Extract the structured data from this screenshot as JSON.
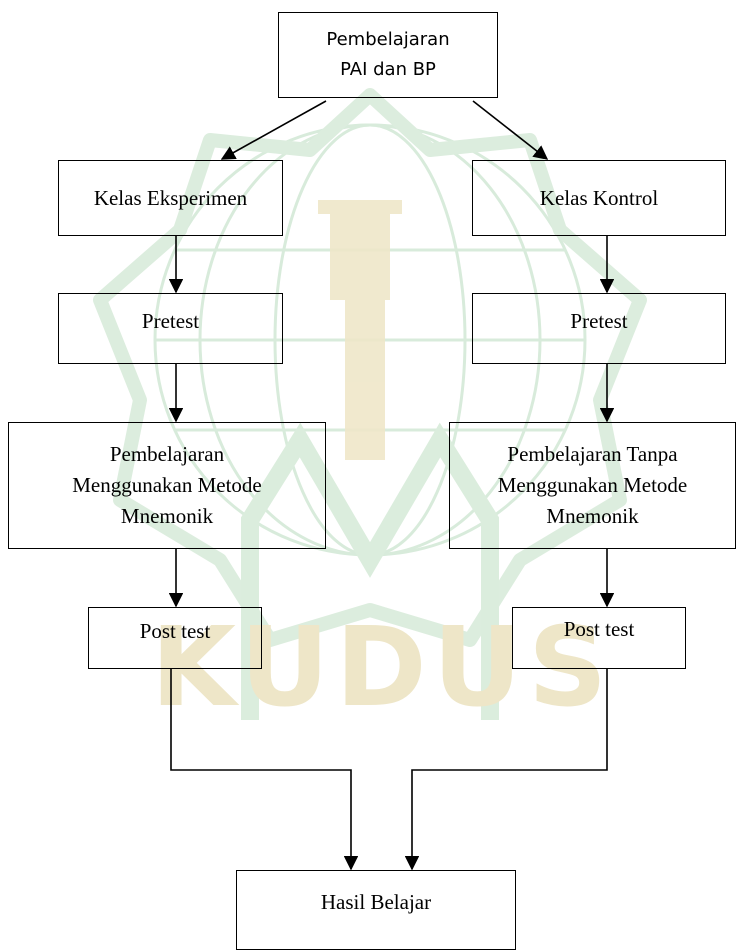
{
  "diagram": {
    "nodes": {
      "start": "Pembelajaran\nPAI dan BP",
      "experiment_class": "Kelas Eksperimen",
      "control_class": "Kelas Kontrol",
      "pretest_left": "Pretest",
      "pretest_right": "Pretest",
      "method_left": "Pembelajaran\nMenggunakan Metode\nMnemonik",
      "method_right": "Pembelajaran Tanpa\nMenggunakan Metode\nMnemonik",
      "posttest_left": "Post test",
      "posttest_right": "Post test",
      "result": "Hasil Belajar"
    },
    "edges": [
      [
        "start",
        "experiment_class"
      ],
      [
        "start",
        "control_class"
      ],
      [
        "experiment_class",
        "pretest_left"
      ],
      [
        "control_class",
        "pretest_right"
      ],
      [
        "pretest_left",
        "method_left"
      ],
      [
        "pretest_right",
        "method_right"
      ],
      [
        "method_left",
        "posttest_left"
      ],
      [
        "method_right",
        "posttest_right"
      ],
      [
        "posttest_left",
        "result"
      ],
      [
        "posttest_right",
        "result"
      ]
    ]
  },
  "watermark": {
    "text": "KUDUS",
    "color": "#e9dfb8",
    "green": "#d7ead9"
  }
}
